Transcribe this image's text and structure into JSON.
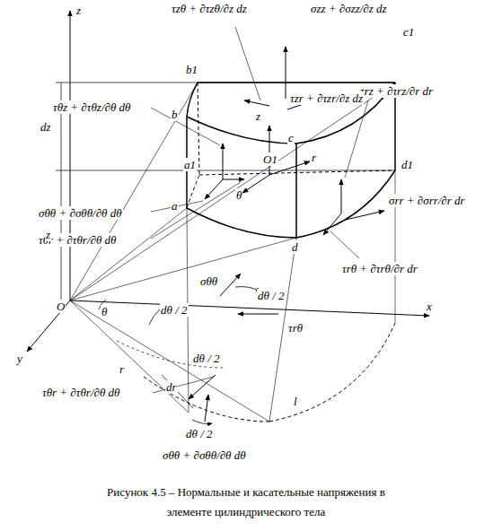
{
  "diagram": {
    "caption": "Рисунок 4.5 – Нормальные и касательные напряжения в элементе цилиндрического тела",
    "labels": [
      "τzθ + ∂τzθ/∂z dz",
      "σzz + ∂σzz/∂z dz",
      "z",
      "b1",
      "c1",
      "τrz + ∂τrz/∂r dr",
      "τzr + ∂τzr/∂z dz",
      "z",
      "c",
      "O1",
      "r",
      "θ",
      "τθz + ∂τθz/∂θ dθ",
      "dz",
      "a1",
      "σθθ + ∂σθθ/∂θ dθ",
      "a",
      "d1",
      "σrr + ∂σrr/∂r dr",
      "τθr + ∂τθr/∂θ dθ",
      "d",
      "τrθ + ∂τrθ/∂r dr",
      "z",
      "σθθ",
      "dθ / 2",
      "O",
      "θ",
      "dθ / 2",
      "τrθ",
      "x",
      "y",
      "r",
      "dθ / 2",
      "dr",
      "τθr + ∂τθr/∂θ dθ",
      "dθ / 2",
      "l",
      "σθθ + ∂σθθ/∂θ dθ",
      "b"
    ]
  }
}
